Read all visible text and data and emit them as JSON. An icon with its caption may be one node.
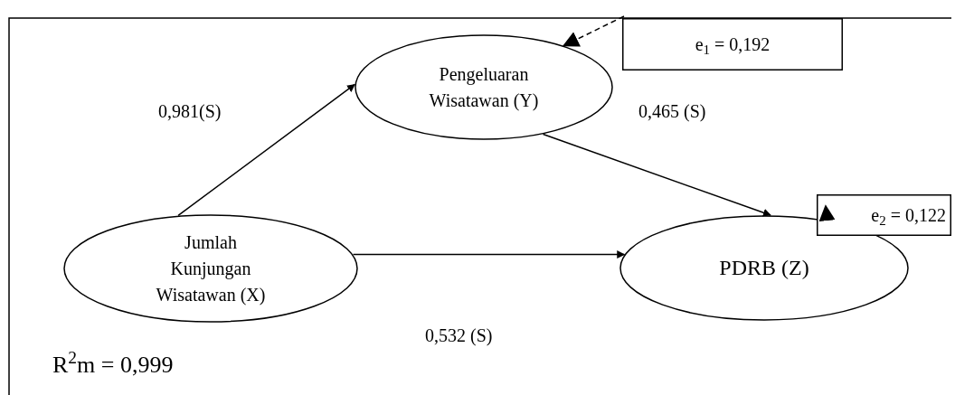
{
  "diagram": {
    "nodes": [
      {
        "text": [
          "Jumlah Kunjungan Wisatawan (X)"
        ]
      },
      {
        "text": [
          "Pengeluaran Wisatawan (Y)"
        ]
      },
      {
        "text": [
          "PDRB (Z)"
        ]
      },
      {
        "text": [
          "e$_{1}$ = 0,192"
        ]
      },
      {
        "text": [
          "e$_{2}$ = 0,122"
        ]
      }
    ],
    "edges": [
      {
        "from": 0,
        "to": 1,
        "arrow": "to",
        "label": "0,981(S)"
      },
      {
        "from": 1,
        "to": 2,
        "arrow": "to",
        "label": "0,465 (S)"
      },
      {
        "from": 0,
        "to": 2,
        "arrow": "to",
        "label": "0,532 (S)"
      },
      {
        "from": 3,
        "to": 1,
        "arrow": "to",
        "style": "dashed"
      },
      {
        "from": 2,
        "to": 4,
        "arrow": "to",
        "style": "dashed"
      }
    ],
    "labels": [
      "R$^{2}$m = 0,999"
    ]
  }
}
